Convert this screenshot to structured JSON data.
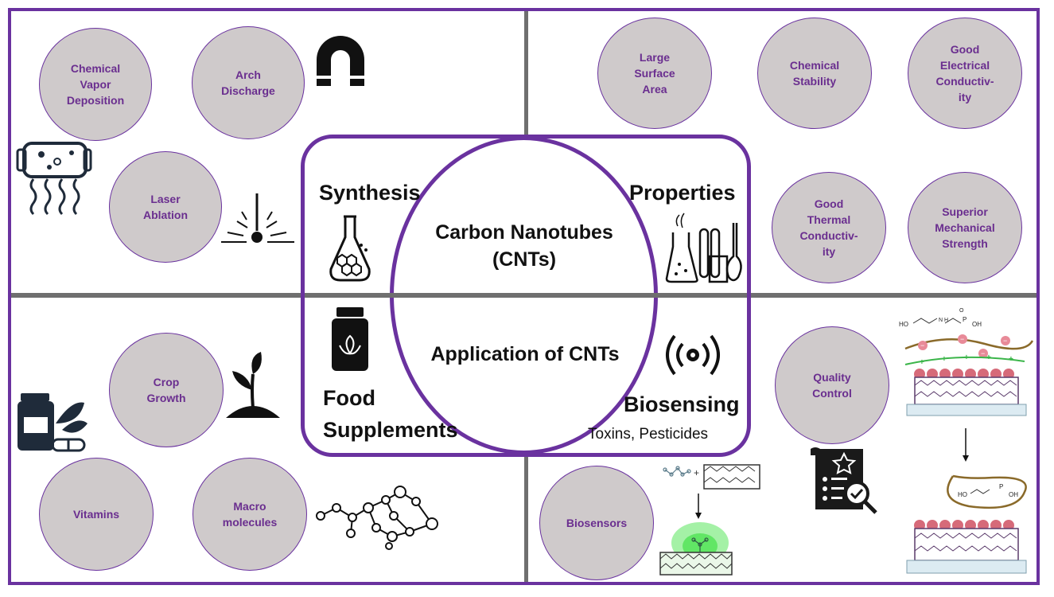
{
  "center": {
    "title": "Carbon Nanotubes\n(CNTs)",
    "application": "Application of CNTs"
  },
  "sections": {
    "synthesis": "Synthesis",
    "properties": "Properties",
    "food_supplements": "Food\nSupplements",
    "biosensing": "Biosensing",
    "biosensing_sub": "Toxins, Pesticides"
  },
  "synthesis_methods": {
    "cvd": "Chemical\nVapor\nDeposition",
    "arch": "Arch\nDischarge",
    "laser": "Laser\nAblation"
  },
  "properties_list": {
    "surface": "Large\nSurface\nArea",
    "stability": "Chemical\nStability",
    "electrical": "Good\nElectrical\nConductiv-\nity",
    "thermal": "Good\nThermal\nConductiv-\nity",
    "mechanical": "Superior\nMechanical\nStrength"
  },
  "food_list": {
    "crop": "Crop\nGrowth",
    "vitamins": "Vitamins",
    "macro": "Macro\nmolecules"
  },
  "biosensing_list": {
    "quality": "Quality\nControl",
    "biosensors": "Biosensors"
  },
  "molecule_labels": {
    "ho": "HO",
    "nh": "N\nH",
    "p": "P",
    "oh": "OH",
    "o": "O"
  },
  "colors": {
    "accent": "#6a329f",
    "circle_fill": "#cfcacb",
    "divider": "#6f6f6f",
    "positive": "#3bb54a",
    "negative": "#d66a79",
    "glow": "#36e03a"
  }
}
